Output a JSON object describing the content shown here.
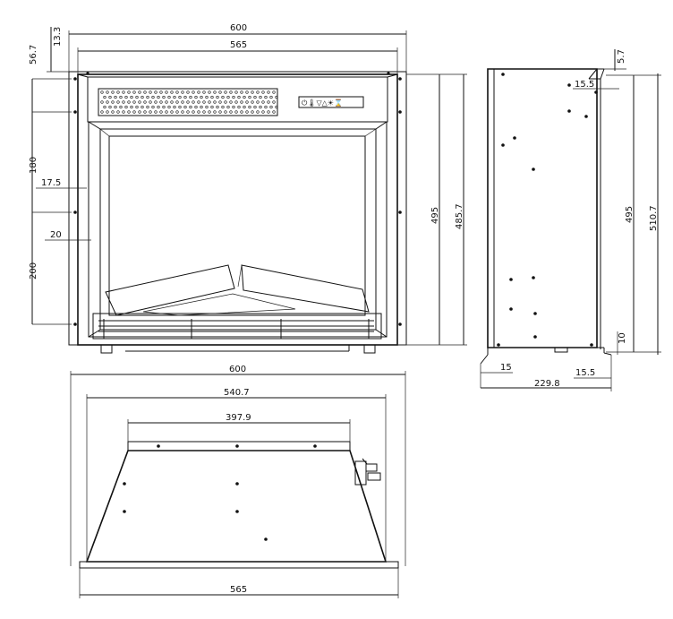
{
  "front_view": {
    "width_outer": "600",
    "width_inner": "565",
    "offset_top_a": "13.3",
    "offset_top_b": "56.7",
    "spacing_upper": "180",
    "spacing_lower": "200",
    "inset_a": "17.5",
    "inset_b": "20",
    "height_inner": "495",
    "height_outer": "485.7"
  },
  "side_view": {
    "top_offset": "5.7",
    "top_inset": "15.5",
    "height_inner": "495",
    "height_outer": "510.7",
    "bottom_offset": "10",
    "foot_left": "15",
    "foot_right": "15.5",
    "depth": "229.8"
  },
  "top_view": {
    "width_outer": "600",
    "width_mid": "540.7",
    "width_back": "397.9",
    "width_base": "565"
  },
  "control_panel": {
    "symbols": "⏻🌡▽△☀⌛"
  }
}
